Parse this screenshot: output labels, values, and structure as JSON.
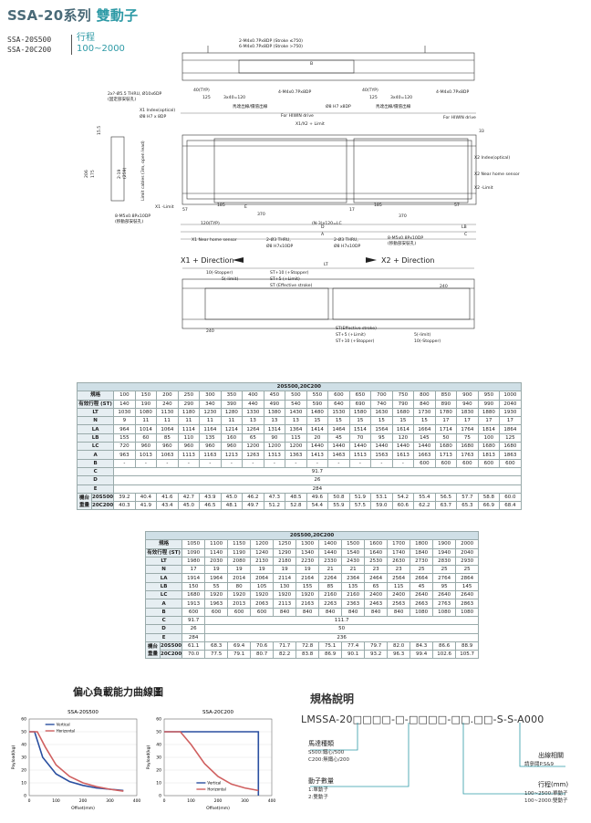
{
  "header": {
    "series": "SSA-20系列",
    "name": "雙動子",
    "models": [
      "SSA-20S500",
      "SSA-20C200"
    ],
    "stroke_label": "行程",
    "stroke_range": "100~2000"
  },
  "drawing": {
    "top_labels": [
      "2-M4x0.7Px8DP (Stroke ≤750)",
      "6-M4x0.7Px8DP (Stroke >750)"
    ],
    "typ1": "40(TYP)",
    "d125a": "125",
    "d3x40a": "3x40=120",
    "m4a": "4-M4x0.7Px8DP",
    "typ2": "40(TYP)",
    "d125b": "125",
    "d3x40b": "3x40=120",
    "m4b": "4-M4x0.7Px8DP",
    "hole1": "2x?-Ø5.5 THRU, Ø10x6DP",
    "hole1b": "(固定部安裝孔)",
    "x1idx": "X1 Index(optical)",
    "h7a": "Ø8 H7 x 8DP",
    "cable1": "馬達出線/價值出線",
    "for1": "For HIWIN drive",
    "x1x2": "X1/X2 + Limit",
    "h7b": "Ø8 H7 x8DP",
    "cable2": "馬達出線/價值出線",
    "for2": "For HIWIN drive",
    "d15": "15.5",
    "d206": "206",
    "d175": "175",
    "d219": "2-19",
    "d259": "(259)",
    "d33": "33",
    "x2idx": "X2 Index(optical)",
    "x2home": "X2 Near home sensor",
    "x2lim": "X2 -Limit",
    "limit": "Limit cables (3m, open lead)",
    "x1lim": "X1 -Limit",
    "d57": "57",
    "d185a": "185",
    "d370a": "370",
    "d185b": "185",
    "d17": "17",
    "d370b": "370",
    "d57b": "57",
    "ib": "B",
    "ie": "E",
    "ilb": "LB",
    "ic": "C",
    "id": "D",
    "ia": "A",
    "m5a": "8-M5x0.8Px10DP",
    "m5ab": "(移動部安裝孔)",
    "typ120": "120(TYP)",
    "nlc": "(N-3)x120=LC",
    "m5b": "8-M5x0.8Px10DP",
    "m5bb": "(移動部安裝孔)",
    "x1home": "X1 Near home sensor",
    "thru1": "2-Ø3 THRU,",
    "thru1b": "Ø8 H7x10DP",
    "thru2": "2-Ø3 THRU,",
    "thru2b": "Ø8 H7x10DP",
    "x1dir": "X1 + Direction",
    "x2dir": "X2 + Direction",
    "lt": "LT",
    "stop_a": "10(-Stopper)",
    "lim_a": "5(-limit)",
    "st10a": "ST+10 (+Stopper)",
    "st5a": "ST+5 (+Limit)",
    "sta": "ST (Effective stroke)",
    "d240a": "240",
    "d240b": "240",
    "stb": "ST(Effective stroke)",
    "st5b": "ST+5 (+Limit)",
    "st10b": "ST+10 (+Stopper)",
    "lim_b": "5(-limit)",
    "stop_b": "10(-Stopper)"
  },
  "table1": {
    "caption": "20S500,20C200",
    "rows": [
      {
        "h": "規格",
        "v": [
          "100",
          "150",
          "200",
          "250",
          "300",
          "350",
          "400",
          "450",
          "500",
          "550",
          "600",
          "650",
          "700",
          "750",
          "800",
          "850",
          "900",
          "950",
          "1000"
        ]
      },
      {
        "h": "有效行程 (ST)",
        "v": [
          "140",
          "190",
          "240",
          "290",
          "340",
          "390",
          "440",
          "490",
          "540",
          "590",
          "640",
          "690",
          "740",
          "790",
          "840",
          "890",
          "940",
          "990",
          "2040"
        ]
      },
      {
        "h": "LT",
        "v": [
          "1030",
          "1080",
          "1130",
          "1180",
          "1230",
          "1280",
          "1330",
          "1380",
          "1430",
          "1480",
          "1530",
          "1580",
          "1630",
          "1680",
          "1730",
          "1780",
          "1830",
          "1880",
          "1930"
        ]
      },
      {
        "h": "N",
        "v": [
          "9",
          "11",
          "11",
          "11",
          "11",
          "11",
          "13",
          "13",
          "13",
          "15",
          "15",
          "15",
          "15",
          "15",
          "15",
          "17",
          "17",
          "17",
          "17"
        ]
      },
      {
        "h": "LA",
        "v": [
          "964",
          "1014",
          "1064",
          "1114",
          "1164",
          "1214",
          "1264",
          "1314",
          "1364",
          "1414",
          "1464",
          "1514",
          "1564",
          "1614",
          "1664",
          "1714",
          "1764",
          "1814",
          "1864"
        ]
      },
      {
        "h": "LB",
        "v": [
          "155",
          "60",
          "85",
          "110",
          "135",
          "160",
          "65",
          "90",
          "115",
          "20",
          "45",
          "70",
          "95",
          "120",
          "145",
          "50",
          "75",
          "100",
          "125"
        ]
      },
      {
        "h": "LC",
        "v": [
          "720",
          "960",
          "960",
          "960",
          "960",
          "960",
          "1200",
          "1200",
          "1200",
          "1440",
          "1440",
          "1440",
          "1440",
          "1440",
          "1440",
          "1680",
          "1680",
          "1680",
          "1680"
        ]
      },
      {
        "h": "A",
        "v": [
          "963",
          "1013",
          "1063",
          "1113",
          "1163",
          "1213",
          "1263",
          "1313",
          "1363",
          "1413",
          "1463",
          "1513",
          "1563",
          "1613",
          "1663",
          "1713",
          "1763",
          "1813",
          "1863"
        ]
      },
      {
        "h": "B",
        "v": [
          "-",
          "-",
          "-",
          "-",
          "-",
          "-",
          "-",
          "-",
          "-",
          "-",
          "-",
          "-",
          "-",
          "-",
          "600",
          "600",
          "600",
          "600",
          "600"
        ]
      }
    ],
    "c": "91.7",
    "d": "26",
    "e": "284",
    "w_head": "機台重量",
    "w1_h": "20S500",
    "w1": [
      "39.2",
      "40.4",
      "41.6",
      "42.7",
      "43.9",
      "45.0",
      "46.2",
      "47.3",
      "48.5",
      "49.6",
      "50.8",
      "51.9",
      "53.1",
      "54.2",
      "55.4",
      "56.5",
      "57.7",
      "58.8",
      "60.0"
    ],
    "w2_h": "20C200",
    "w2": [
      "40.3",
      "41.9",
      "43.4",
      "45.0",
      "46.5",
      "48.1",
      "49.7",
      "51.2",
      "52.8",
      "54.4",
      "55.9",
      "57.5",
      "59.0",
      "60.6",
      "62.2",
      "63.7",
      "65.3",
      "66.9",
      "68.4"
    ]
  },
  "table2": {
    "caption": "20S500,20C200",
    "rows": [
      {
        "h": "規格",
        "v": [
          "1050",
          "1100",
          "1150",
          "1200",
          "1250",
          "1300",
          "1400",
          "1500",
          "1600",
          "1700",
          "1800",
          "1900",
          "2000"
        ]
      },
      {
        "h": "有效行程 (ST)",
        "v": [
          "1090",
          "1140",
          "1190",
          "1240",
          "1290",
          "1340",
          "1440",
          "1540",
          "1640",
          "1740",
          "1840",
          "1940",
          "2040"
        ]
      },
      {
        "h": "LT",
        "v": [
          "1980",
          "2030",
          "2080",
          "2130",
          "2180",
          "2230",
          "2330",
          "2430",
          "2530",
          "2630",
          "2730",
          "2830",
          "2930"
        ]
      },
      {
        "h": "N",
        "v": [
          "17",
          "19",
          "19",
          "19",
          "19",
          "19",
          "21",
          "21",
          "23",
          "23",
          "25",
          "25",
          "25"
        ]
      },
      {
        "h": "LA",
        "v": [
          "1914",
          "1964",
          "2014",
          "2064",
          "2114",
          "2164",
          "2264",
          "2364",
          "2464",
          "2564",
          "2664",
          "2764",
          "2864"
        ]
      },
      {
        "h": "LB",
        "v": [
          "150",
          "55",
          "80",
          "105",
          "130",
          "155",
          "85",
          "135",
          "65",
          "115",
          "45",
          "95",
          "145"
        ]
      },
      {
        "h": "LC",
        "v": [
          "1680",
          "1920",
          "1920",
          "1920",
          "1920",
          "1920",
          "2160",
          "2160",
          "2400",
          "2400",
          "2640",
          "2640",
          "2640"
        ]
      },
      {
        "h": "A",
        "v": [
          "1913",
          "1963",
          "2013",
          "2063",
          "2113",
          "2163",
          "2263",
          "2363",
          "2463",
          "2563",
          "2663",
          "2763",
          "2863"
        ]
      },
      {
        "h": "B",
        "v": [
          "600",
          "600",
          "600",
          "600",
          "840",
          "840",
          "840",
          "840",
          "840",
          "840",
          "1080",
          "1080",
          "1080"
        ]
      }
    ],
    "c1": "91.7",
    "c2": "111.7",
    "d1": "26",
    "d2": "50",
    "e1": "284",
    "e2": "236",
    "w_head": "機台重量",
    "w1_h": "20S500",
    "w1": [
      "61.1",
      "68.3",
      "69.4",
      "70.6",
      "71.7",
      "72.8",
      "75.1",
      "77.4",
      "79.7",
      "82.0",
      "84.3",
      "86.6",
      "88.9"
    ],
    "w2_h": "20C200",
    "w2": [
      "70.0",
      "77.5",
      "79.1",
      "80.7",
      "82.2",
      "83.8",
      "86.9",
      "90.1",
      "93.2",
      "96.3",
      "99.4",
      "102.6",
      "105.7"
    ],
    "rc": "C",
    "rd": "D",
    "re": "E"
  },
  "charts_title": "偏心負載能力曲線圖",
  "chart_data": [
    {
      "type": "line",
      "title": "SSA-20S500",
      "xlabel": "Offset(mm)",
      "ylabel": "Payload(kg)",
      "xlim": [
        0,
        400
      ],
      "ylim": [
        0,
        60
      ],
      "xticks": [
        "0",
        "100",
        "200",
        "300",
        "400"
      ],
      "yticks": [
        "0",
        "10",
        "20",
        "30",
        "40",
        "50",
        "60"
      ],
      "series": [
        {
          "name": "Vertical",
          "color": "#2a4fa0",
          "x": [
            0,
            20,
            50,
            100,
            150,
            200,
            250,
            300,
            350
          ],
          "y": [
            50,
            50,
            30,
            17,
            11,
            8,
            6,
            5,
            4
          ]
        },
        {
          "name": "Horizontal",
          "color": "#d06060",
          "x": [
            0,
            30,
            60,
            100,
            150,
            200,
            250,
            300,
            350
          ],
          "y": [
            50,
            50,
            38,
            24,
            15,
            10,
            7,
            5,
            3.5
          ]
        }
      ]
    },
    {
      "type": "line",
      "title": "SSA-20C200",
      "xlabel": "Offset(mm)",
      "ylabel": "Payload(kg)",
      "xlim": [
        0,
        400
      ],
      "ylim": [
        0,
        60
      ],
      "xticks": [
        "0",
        "100",
        "200",
        "300",
        "400"
      ],
      "yticks": [
        "0",
        "10",
        "20",
        "30",
        "40",
        "50",
        "60"
      ],
      "series": [
        {
          "name": "Vertical",
          "color": "#2a4fa0",
          "x": [
            0,
            350,
            350
          ],
          "y": [
            50,
            50,
            0
          ]
        },
        {
          "name": "Horizontal",
          "color": "#d06060",
          "x": [
            0,
            60,
            100,
            150,
            200,
            250,
            300,
            350
          ],
          "y": [
            50,
            50,
            40,
            25,
            15,
            9,
            6,
            4
          ]
        }
      ]
    }
  ],
  "spec": {
    "title": "規格說明",
    "code": "LMSSA-20□□□□-□-□□□□-□□.□□-S-S-A000",
    "travel_title": "出線相關",
    "travel_note": "請參閱P.S&9",
    "type_title": "馬達種類",
    "type1": "S500:鐵心/500",
    "type2": "C200:無鐵心/200",
    "mover_title": "動子數量",
    "mover1": "1:單動子",
    "mover2": "2:雙動子",
    "stroke_title": "行程(mm)",
    "stroke1": "100~2500:單動子",
    "stroke2": "100~2000:雙動子"
  }
}
